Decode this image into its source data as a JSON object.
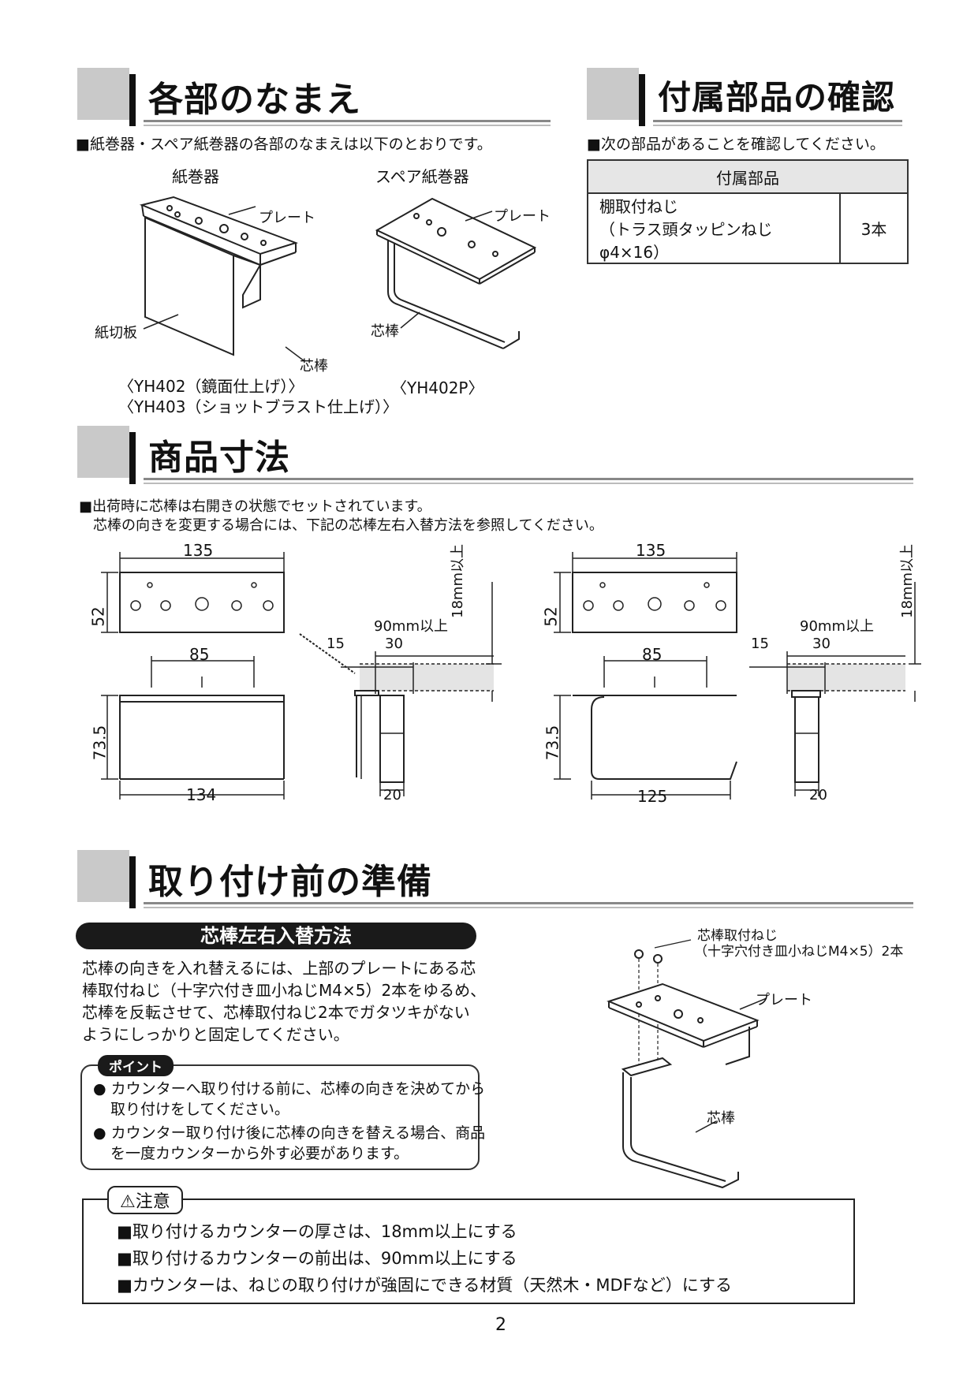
{
  "sections": {
    "names": {
      "title": "各部のなまえ",
      "note": "■紙巻器・スペア紙巻器の各部のなまえは以下のとおりです。",
      "holder_title": "紙巻器",
      "spare_title": "スペア紙巻器",
      "label_plate": "プレート",
      "label_cutter": "紙切板",
      "label_core": "芯棒",
      "model_yh402": "〈YH402（鏡面仕上げ）〉",
      "model_yh403": "〈YH403（ショットブラスト仕上げ）〉",
      "model_yh402p": "〈YH402P〉"
    },
    "accessories": {
      "title": "付属部品の確認",
      "note": "■次の部品があることを確認してください。",
      "table_header": "付属部品",
      "item_name_line1": "棚取付ねじ",
      "item_name_line2": "（トラス頭タッピンねじφ4×16）",
      "item_qty": "3本"
    },
    "dimensions": {
      "title": "商品寸法",
      "note_line1": "■出荷時に芯棒は右開きの状態でセットされています。",
      "note_line2": "芯棒の向きを変更する場合には、下記の芯棒左右入替方法を参照してください。",
      "w135": "135",
      "h52": "52",
      "w85": "85",
      "h735": "73.5",
      "w134": "134",
      "w125": "125",
      "d90": "90mm以上",
      "d15": "15",
      "d30": "30",
      "d18": "18mm以上",
      "d20": "20"
    },
    "prep": {
      "title": "取り付け前の準備",
      "subhead": "芯棒左右入替方法",
      "body_line1": "芯棒の向きを入れ替えるには、上部のプレートにある芯",
      "body_line2": "棒取付ねじ（十字穴付き皿小ねじM4×5）2本をゆるめ、",
      "body_line3": "芯棒を反転させて、芯棒取付ねじ2本でガタツキがない",
      "body_line4": "ようにしっかりと固定してください。",
      "point_tag": "ポイント",
      "point1_line1": "カウンターへ取り付ける前に、芯棒の向きを決めてから",
      "point1_line2": "取り付けをしてください。",
      "point2_line1": "カウンター取り付け後に芯棒の向きを替える場合、商品",
      "point2_line2": "を一度カウンターから外す必要があります。",
      "screw_label_line1": "芯棒取付ねじ",
      "screw_label_line2": "（十字穴付き皿小ねじM4×5）2本",
      "label_plate": "プレート",
      "label_core": "芯棒"
    },
    "caution": {
      "tag": "⚠注意",
      "line1": "■取り付けるカウンターの厚さは、18mm以上にする",
      "line2": "■取り付けるカウンターの前出は、90mm以上にする",
      "line3": "■カウンターは、ねじの取り付けが強固にできる材質（天然木・MDFなど）にする"
    }
  },
  "page_number": "2",
  "colors": {
    "header_square": "#c9c9c9",
    "text": "#111111",
    "table_header_bg": "#e6e6e6",
    "hatch": "#e4e4e4"
  }
}
